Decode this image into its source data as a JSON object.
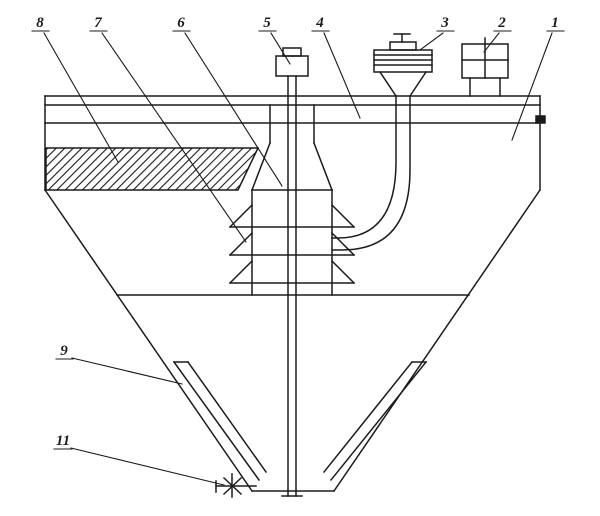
{
  "figure": {
    "stroke_color": "#1b1b1b",
    "background_color": "#ffffff",
    "callouts": [
      {
        "part": "8"
      },
      {
        "part": "7"
      },
      {
        "part": "6"
      },
      {
        "part": "5"
      },
      {
        "part": "4"
      },
      {
        "part": "3"
      },
      {
        "part": "2"
      },
      {
        "part": "1"
      },
      {
        "part": "9"
      },
      {
        "part": "11"
      }
    ]
  }
}
